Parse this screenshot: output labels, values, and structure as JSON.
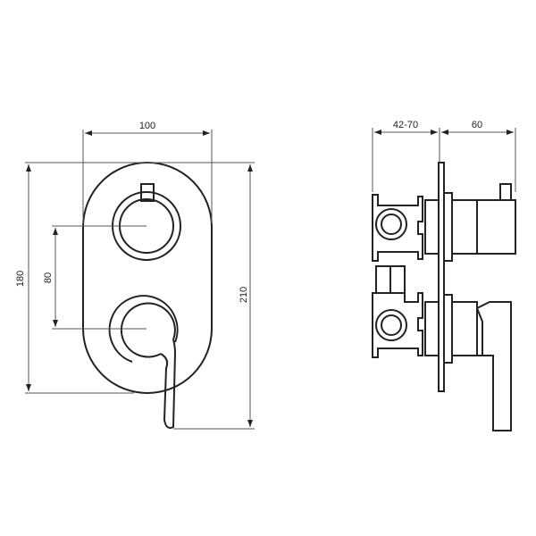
{
  "dimensions": {
    "front_width": "100",
    "front_plate_height": "180",
    "center_distance": "80",
    "total_height": "210",
    "wall_depth": "42-70",
    "projection": "60"
  },
  "colors": {
    "line": "#222222",
    "background": "#ffffff"
  }
}
